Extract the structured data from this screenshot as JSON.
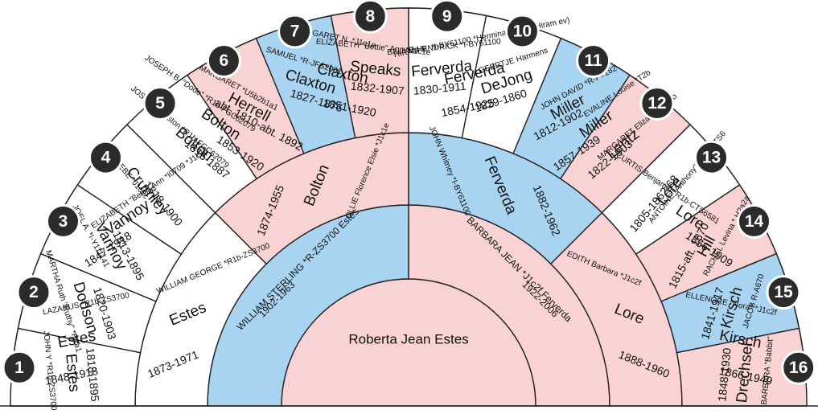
{
  "colors": {
    "pink": "#f9d3d3",
    "blue": "#a9d4f1",
    "white": "#ffffff",
    "line": "#222222",
    "badge": "#2b2b2b"
  },
  "center": {
    "name": "Roberta Jean Estes",
    "color": "pink"
  },
  "ring1": [
    {
      "name": "WILLIAM STERLING *R-ZS3700 Estes",
      "dates": "1902-1963",
      "color": "blue"
    },
    {
      "name": "BARBARA JEAN *J1c2f Ferverda",
      "dates": "1922-2006",
      "color": "pink"
    }
  ],
  "ring2": [
    {
      "top": "WILLIAM GEORGE *R1b-ZS3700",
      "big": "Estes",
      "dates": "1873-1971",
      "color": "white"
    },
    {
      "top": "OLLIE Florence Elsie *J1c1e",
      "big": "Bolton",
      "dates": "1874-1955",
      "color": "pink"
    },
    {
      "top": "JOHN Whitney *I-BY61100",
      "big": "Ferverda",
      "dates": "1882-1962",
      "color": "blue"
    },
    {
      "top": "EDITH Barbara *J1c2f",
      "big": "Lore",
      "dates": "1888-1960",
      "color": "pink"
    }
  ],
  "ring3": [
    {
      "top": "LAZARUS *R1b-ZS3700",
      "big": "Estes",
      "dates": "1848-1918",
      "color": "white"
    },
    {
      "top": "ELIZABETH \"Betty\" Ann *I0709 *J1c2e",
      "big": "Vannoy",
      "dates": "1847-1918",
      "color": "white"
    },
    {
      "top": "JOSEPH B. \"Dode\" *R1b-FGC62079",
      "big": "Bolton",
      "dates": "1853-1920",
      "color": "blue"
    },
    {
      "top": "MARGARET N. *J1c1e",
      "big": "Claxton",
      "dates": "1851-1920",
      "color": "pink"
    },
    {
      "top": "HIRAM B. *I-BY61100 *Hermina Bauke (Hiram ev)",
      "big": "Ferverda",
      "dates": "1854-1925",
      "color": "white"
    },
    {
      "top": "EVALINE Louise *T2b",
      "big": "Miller",
      "dates": "1857-1939",
      "color": "pink"
    },
    {
      "top": "CURTIS Benjamin *R1b-CTS6581",
      "big": "Lore",
      "dates": "1856-1909",
      "color": "blue"
    },
    {
      "top": "ELLENORE \"Nora\" *J1c2f",
      "big": "Kirsch",
      "dates": "1866-1949",
      "color": "pink"
    }
  ],
  "ring4": [
    {
      "num": "1",
      "top": "JOHN Y *R1b-ZS3700",
      "big": "Estes",
      "dates": "1818-1895",
      "color": "white"
    },
    {
      "num": "2",
      "top": "MARTHA Ruth \"Ruthy\" *H2a1",
      "big": "Dodson",
      "dates": "1820-1903",
      "color": "white"
    },
    {
      "num": "3",
      "top": "JOEL A. *I-Y111141",
      "big": "Vannoy",
      "dates": "1813-1895",
      "color": "white"
    },
    {
      "num": "4",
      "top": "PHEBE *J1c2c",
      "big": "Crumley",
      "dates": "1818-1900",
      "color": "white"
    },
    {
      "num": "5",
      "top": "JOSEPH Preston *R1b-FGC62079",
      "big": "Bolton",
      "dates": "1816-1887",
      "color": "white"
    },
    {
      "num": "6",
      "top": "MARGARET *U5b2b1a1",
      "big": "Herrell",
      "dates": "abt. 1810-abt. 1892",
      "color": "pink"
    },
    {
      "num": "7",
      "top": "SAMUEL *R-JFS2001",
      "big": "Claxton",
      "dates": "1827-1876",
      "color": "blue"
    },
    {
      "num": "8",
      "top": "ELIZABETH \"Bettie\" Ann *J1c1e",
      "big": "Speaks",
      "dates": "1832-1907",
      "color": "pink"
    },
    {
      "num": "9",
      "top": "BAUKE HENDRICK *I-BY61100",
      "big": "Ferverda",
      "dates": "1830-1911",
      "color": "white"
    },
    {
      "num": "10",
      "top": "GEERTJE Harmens",
      "big": "DeJong",
      "dates": "1829-1860",
      "color": "white"
    },
    {
      "num": "11",
      "top": "JOHN DAVID *R-FT182",
      "big": "Miller",
      "dates": "1812-1902",
      "color": "blue"
    },
    {
      "num": "12",
      "top": "MARGARET Elizabeth *T2b",
      "big": "Lentz",
      "dates": "1822-1903",
      "color": "pink"
    },
    {
      "num": "13",
      "top": "ANTOINE \"Anthony\" *R1b-CTS6",
      "big": "Lore",
      "dates": "1805-1862/68",
      "color": "white"
    },
    {
      "num": "14",
      "top": "RACHEL Levina * H2a2a",
      "big": "Hill",
      "dates": "1815-aft. 1870",
      "color": "pink"
    },
    {
      "num": "15",
      "top": "JACOB R-A670",
      "big": "Kirsch",
      "dates": "1841-1917",
      "color": "blue"
    },
    {
      "num": "16",
      "top": "BARBARA \"Babbit\"",
      "big": "Drechsel",
      "dates": "1848-1930",
      "color": "pink"
    }
  ]
}
